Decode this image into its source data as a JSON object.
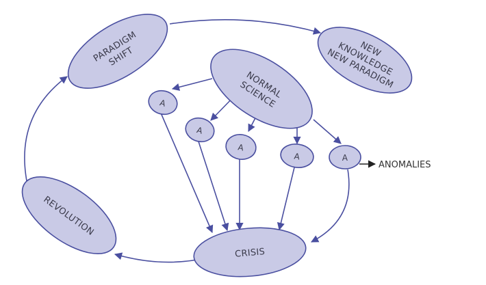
{
  "nodes": {
    "paradigm_shift": [
      "PARADIGM",
      "SHIFT"
    ],
    "new_knowledge": [
      "NEW",
      "KNOWLEDGE",
      "NEW PARADIGM"
    ],
    "normal_science": [
      "NORMAL",
      "SCIENCE"
    ],
    "anomaly": "A",
    "crisis": "CRISIS",
    "revolution": "REVOLUTION"
  },
  "external_label": "ANOMALIES",
  "colors": {
    "node_fill": "#c9cae6",
    "node_stroke": "#4a4fa0",
    "arrow": "#4a4fa0",
    "external_arrow": "#222222"
  }
}
